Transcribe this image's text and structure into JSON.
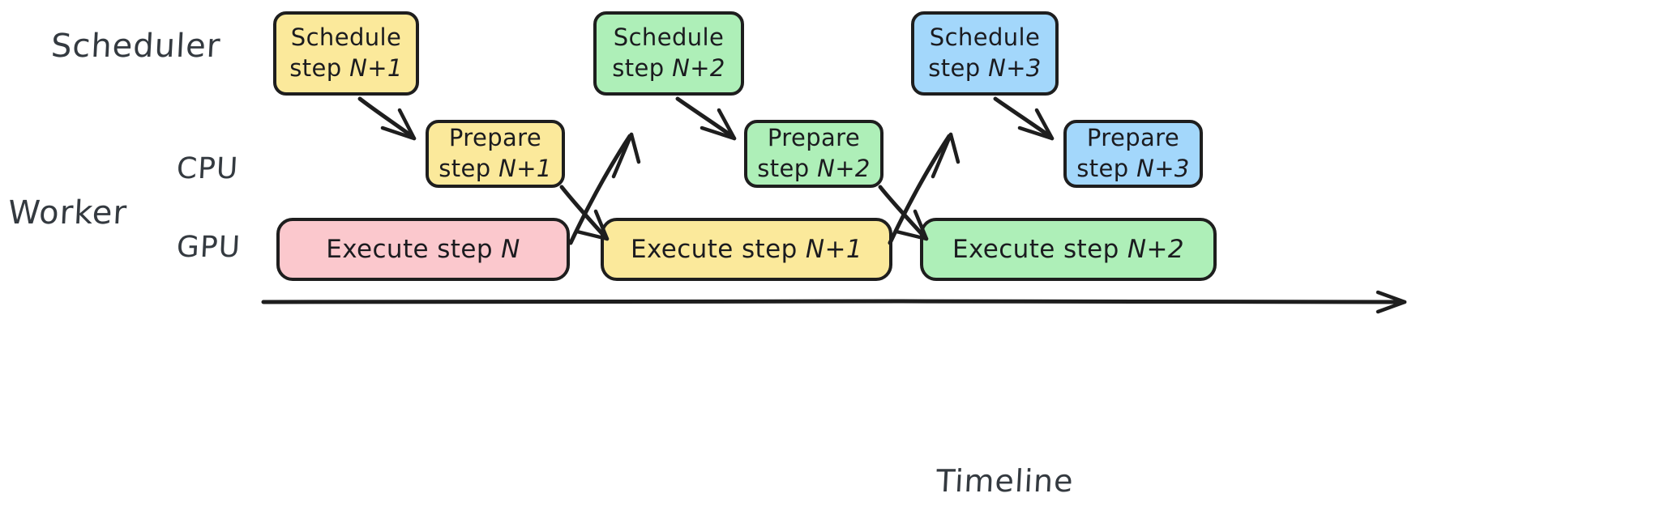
{
  "diagram": {
    "title": "Scheduler / Worker pipeline timeline",
    "type": "swimlane-timeline",
    "background": "#ffffff",
    "stroke_color": "#1e1e1e",
    "text_color": "#343a40",
    "palette": {
      "yellow": "#fbe99b",
      "pink": "#fbc8cd",
      "green": "#aeefb8",
      "blue": "#a3d7fb"
    }
  },
  "lanes": {
    "scheduler": "Scheduler",
    "worker": "Worker",
    "cpu": "CPU",
    "gpu": "GPU"
  },
  "axis": {
    "label": "Timeline",
    "direction": "left-to-right"
  },
  "scheduler_row": [
    {
      "line1": "Schedule",
      "line2_prefix": "step ",
      "line2_var": "N+1",
      "color": "yellow"
    },
    {
      "line1": "Schedule",
      "line2_prefix": "step ",
      "line2_var": "N+2",
      "color": "green"
    },
    {
      "line1": "Schedule",
      "line2_prefix": "step ",
      "line2_var": "N+3",
      "color": "blue"
    }
  ],
  "cpu_row": [
    {
      "line1": "Prepare",
      "line2_prefix": "step ",
      "line2_var": "N+1",
      "color": "yellow"
    },
    {
      "line1": "Prepare",
      "line2_prefix": "step ",
      "line2_var": "N+2",
      "color": "green"
    },
    {
      "line1": "Prepare",
      "line2_prefix": "step ",
      "line2_var": "N+3",
      "color": "blue"
    }
  ],
  "gpu_row": [
    {
      "prefix": "Execute step ",
      "var": "N",
      "color": "pink"
    },
    {
      "prefix": "Execute step ",
      "var": "N+1",
      "color": "yellow"
    },
    {
      "prefix": "Execute step ",
      "var": "N+2",
      "color": "green"
    }
  ],
  "arrows": [
    {
      "name": "schedule-n1-to-prepare-n1",
      "from": "Schedule step N+1",
      "to": "Prepare step N+1"
    },
    {
      "name": "prepare-n1-to-execute-n1",
      "from": "Prepare step N+1",
      "to": "Execute step N+1"
    },
    {
      "name": "execute-n-to-schedule-n2",
      "from": "Execute step N",
      "to": "Schedule step N+2"
    },
    {
      "name": "schedule-n2-to-prepare-n2",
      "from": "Schedule step N+2",
      "to": "Prepare step N+2"
    },
    {
      "name": "prepare-n2-to-execute-n2",
      "from": "Prepare step N+2",
      "to": "Execute step N+2"
    },
    {
      "name": "execute-n1-to-schedule-n3",
      "from": "Execute step N+1",
      "to": "Schedule step N+3"
    },
    {
      "name": "schedule-n3-to-prepare-n3",
      "from": "Schedule step N+3",
      "to": "Prepare step N+3"
    }
  ]
}
